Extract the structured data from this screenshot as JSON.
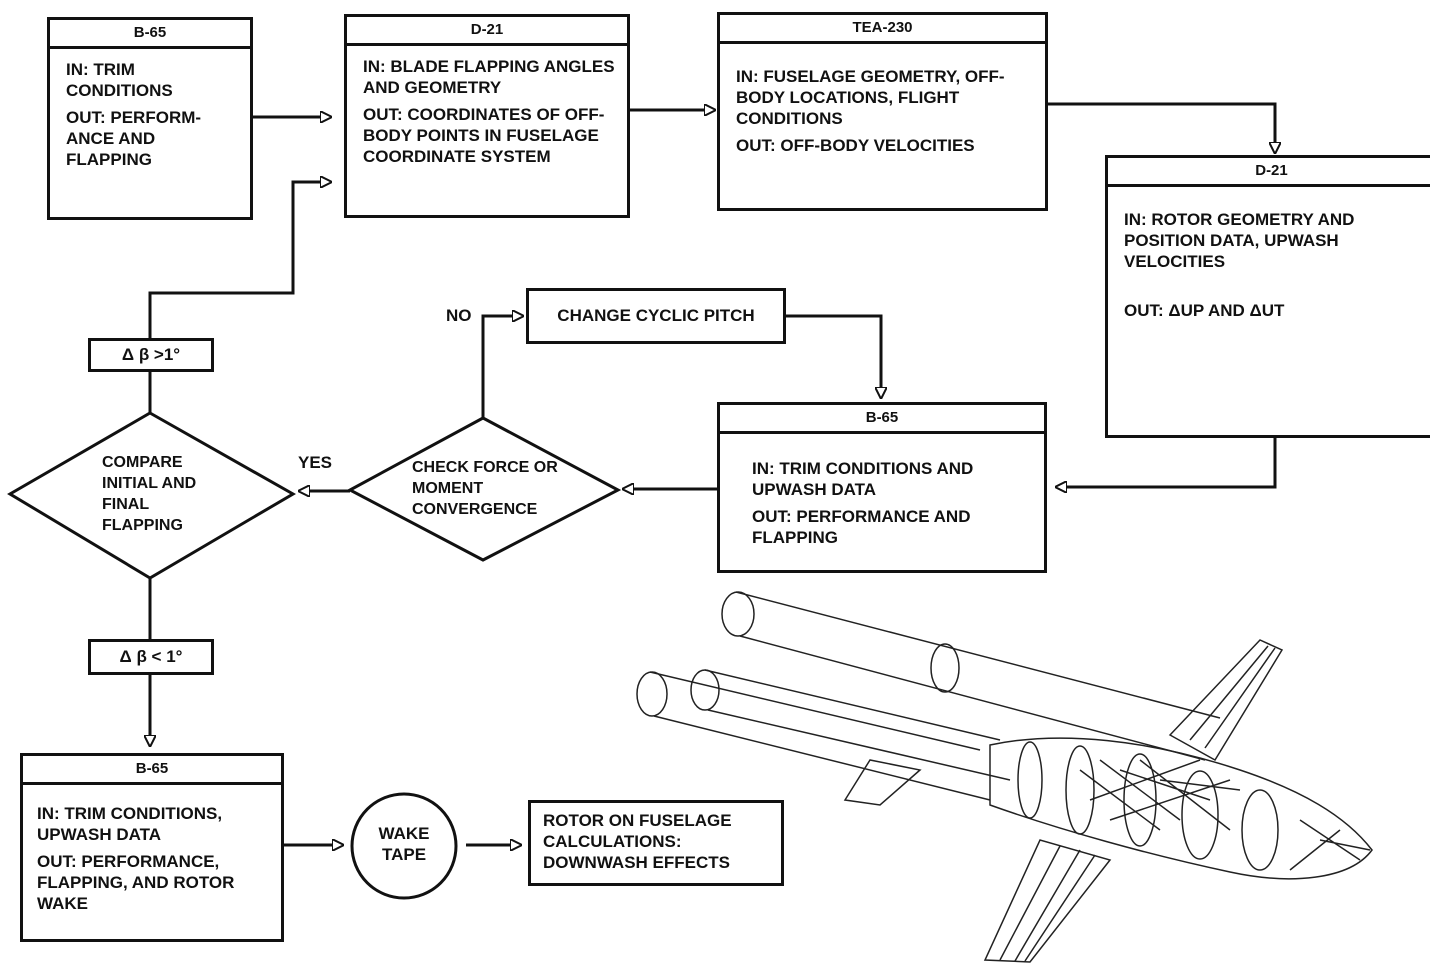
{
  "boxes": {
    "b65_top": {
      "header": "B-65",
      "in": "IN:  TRIM CONDITIONS",
      "out": "OUT:  PERFORM-ANCE AND FLAPPING"
    },
    "d21_top": {
      "header": "D-21",
      "in": "IN:  BLADE FLAPPING ANGLES AND GEOMETRY",
      "out": "OUT:  COORDINATES OF OFF-BODY POINTS IN FUSELAGE COORDINATE SYSTEM"
    },
    "tea230": {
      "header": "TEA-230",
      "in": "IN:  FUSELAGE GEOMETRY, OFF-BODY LOCATIONS, FLIGHT CONDITIONS",
      "out": "OUT:  OFF-BODY VELOCITIES"
    },
    "d21_right": {
      "header": "D-21",
      "in": "IN:  ROTOR GEOMETRY AND POSITION DATA, UPWASH VELOCITIES",
      "out": "OUT:  ΔUP AND ΔUT"
    },
    "b65_mid": {
      "header": "B-65",
      "in": "IN:  TRIM CONDITIONS AND UPWASH DATA",
      "out": "OUT:  PERFORMANCE AND FLAPPING"
    },
    "b65_bottom": {
      "header": "B-65",
      "in": "IN:  TRIM CONDITIONS, UPWASH DATA",
      "out": "OUT:  PERFORMANCE, FLAPPING, AND ROTOR WAKE"
    }
  },
  "change_cyclic": "CHANGE CYCLIC PITCH",
  "no_label": "NO",
  "yes_label": "YES",
  "delta_gt": "Δ β >1°",
  "delta_lt": "Δ β < 1°",
  "diamond_check": "CHECK FORCE OR MOMENT CONVERGENCE",
  "diamond_compare": "COMPARE INITIAL AND FINAL FLAPPING",
  "wake_tape": "WAKE TAPE",
  "rotor_calc": "ROTOR ON FUSELAGE CALCULATIONS: DOWNWASH EFFECTS"
}
